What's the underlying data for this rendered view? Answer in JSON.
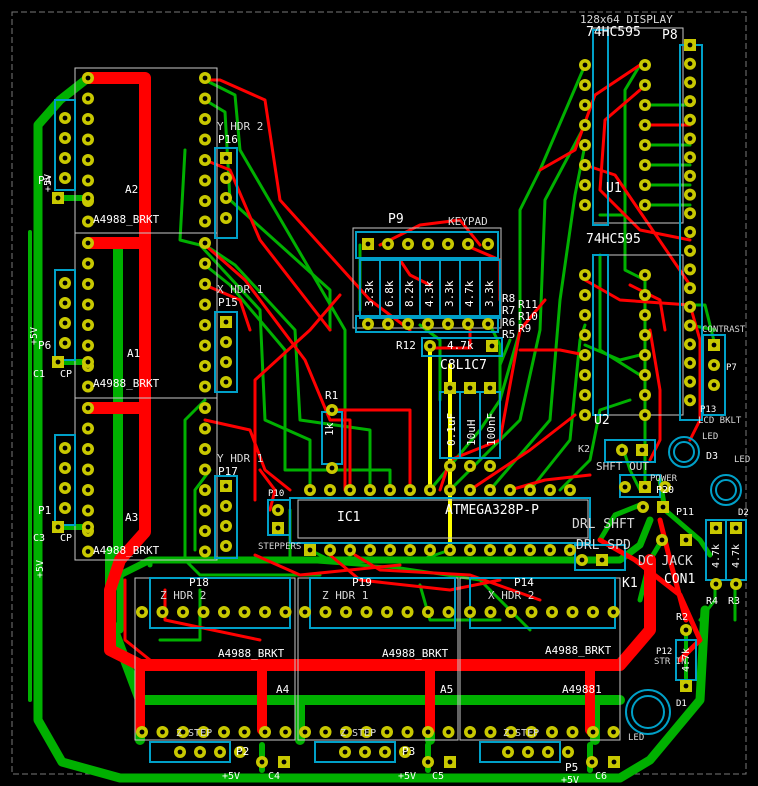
{
  "board": {
    "background": "#000000",
    "copper_top": "#ff0000",
    "copper_bottom": "#00b000",
    "silkscreen": "#c8c8c8",
    "courtyard": "#00a0c8",
    "pad": "#c8c800"
  },
  "labels": {
    "display_title": "128x64 DISPLAY",
    "ic_u3": "74HC595",
    "ic_u2": "74HC595",
    "u1": "U1",
    "u2": "U2",
    "p8": "P8",
    "p9": "P9",
    "keypad": "KEYPAD",
    "p16": "P16",
    "p15": "P15",
    "p17": "P17",
    "y_hdr_2": "Y HDR 2",
    "x_hdr_1": "X HDR 1",
    "y_hdr_1": "Y HDR 1",
    "a2": "A2",
    "a1": "A1",
    "a3": "A3",
    "a4": "A4",
    "a5": "A5",
    "a4988_1": "A4988_BRKT",
    "a4988_2": "A4988_BRKT",
    "a4988_3": "A4988_BRKT",
    "a4988_4": "A4988_BRKT",
    "a4988_5": "A4988_BRKT",
    "a4988_6": "A4988_BRKT",
    "a4988_7": "A49881",
    "p4": "P4",
    "p6": "P6",
    "p1": "P1",
    "p2": "P2",
    "p3": "P3",
    "p5": "P5",
    "p10": "P10",
    "steppers": "STEPPERS",
    "ic1": "IC1",
    "atmega": "ATMEGA328P-P",
    "r1": "R1",
    "r1_val": "1k",
    "r12": "R12",
    "r12_val": "4.7k",
    "c8l1c7": "C8L1C7",
    "c8_val": "0.1uF",
    "l1_val": "10uH",
    "c7_val": "100nF",
    "r8": "R8",
    "r7": "R7",
    "r6": "R6",
    "r5": "R5",
    "r11": "R11",
    "r10": "R10",
    "r9": "R9",
    "res_vals": [
      "3.3k",
      "6.8k",
      "8.2k",
      "4.3k",
      "3.3k",
      "4.7k",
      "3.3k"
    ],
    "k2": "K2",
    "shft_out": "SHFT OUT",
    "d3": "D3",
    "power": "POWER",
    "led1": "LED",
    "led2": "LED",
    "led3": "LED",
    "d2": "D2",
    "d1": "D1",
    "p20": "P20",
    "p11": "P11",
    "drl_shft": "DRL SHFT",
    "drl_spd": "DRL SPD",
    "dc_jack": "DC JACK",
    "k1": "K1",
    "con1": "CON1",
    "r4": "R4",
    "r3": "R3",
    "r2": "R2",
    "r4_val": "4.7k",
    "r3_val": "4.7k",
    "r2_val": "4.7k",
    "p7": "P7",
    "contrast": "CONTRAST",
    "p13": "P13",
    "lcd_bklt": "LCD BKLT",
    "p18": "P18",
    "p19": "P19",
    "p14": "P14",
    "z_hdr_2": "Z HDR 2",
    "z_hdr_1": "Z HDR 1",
    "x_hdr_2": "X HDR 2",
    "p12": "P12",
    "str_in": "STR IN",
    "plus5v_1": "+5V",
    "plus5v_2": "+5V",
    "plus5v_3": "+5V",
    "plus5v_4": "+5V",
    "plus5v_5": "+5V",
    "plus5v_6": "+5V",
    "cp": "CP",
    "c1": "C1",
    "c3": "C3",
    "c4": "C4",
    "c5": "C5",
    "c6": "C6",
    "ztep": "Z STEP"
  }
}
